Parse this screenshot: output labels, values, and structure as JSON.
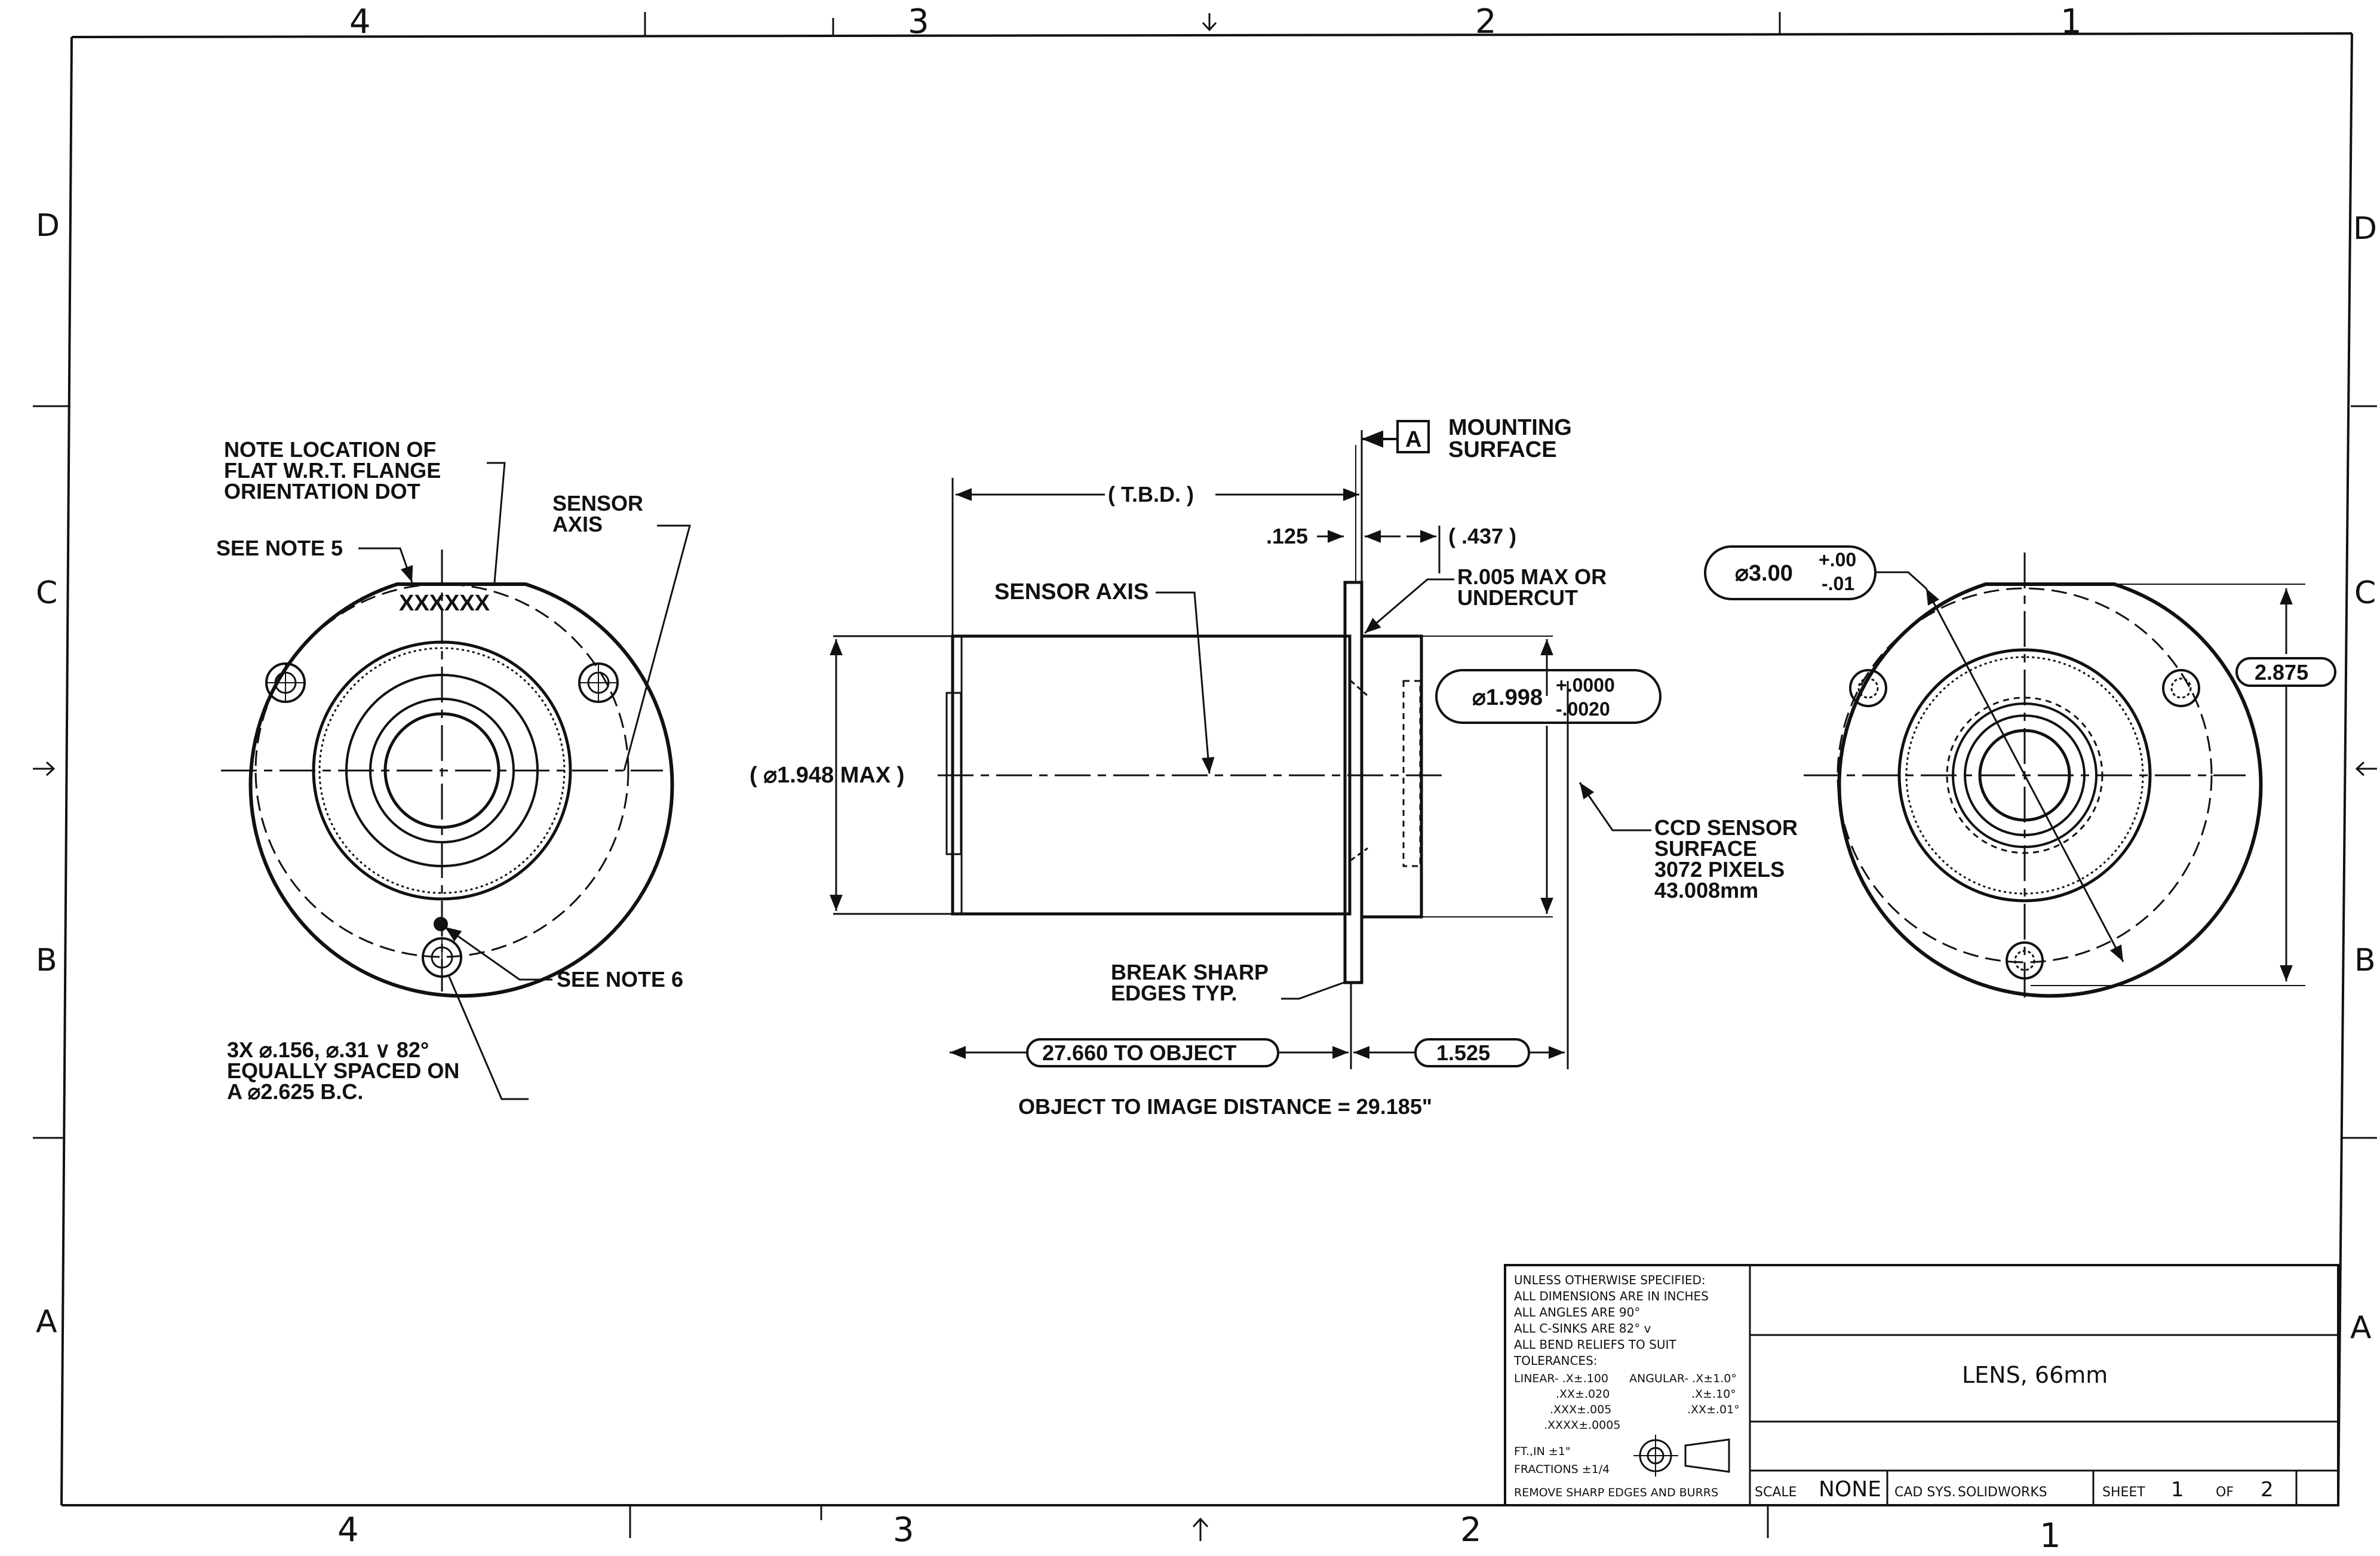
{
  "zones": {
    "columns": [
      "4",
      "3",
      "2",
      "1"
    ],
    "rows": [
      "D",
      "C",
      "B",
      "A"
    ]
  },
  "left_view": {
    "note_flat": [
      "NOTE LOCATION OF",
      "FLAT W.R.T. FLANGE",
      "ORIENTATION DOT"
    ],
    "sensor_axis": [
      "SENSOR",
      "AXIS"
    ],
    "see_note_5": "SEE NOTE 5",
    "marking": "XXXXXX",
    "see_note_6": "SEE NOTE 6",
    "holes_note": [
      "3X ⌀.156, ⌀.31 ∨ 82°",
      "EQUALLY SPACED ON",
      "A ⌀2.625 B.C."
    ]
  },
  "side_view": {
    "datum_letter": "A",
    "mounting": [
      "MOUNTING",
      "SURFACE"
    ],
    "tbd": "( T.B.D. )",
    "dim_125": ".125",
    "dim_437": "( .437 )",
    "radius_note": [
      "R.005 MAX OR",
      "UNDERCUT"
    ],
    "sensor_axis": "SENSOR AXIS",
    "dia_1948": "( ⌀1.948 MAX )",
    "dia_1998": "⌀1.998",
    "tol_plus": "+.0000",
    "tol_minus": "-.0020",
    "ccd_note": [
      "CCD SENSOR",
      "SURFACE",
      "3072 PIXELS",
      "43.008mm"
    ],
    "break_edges": [
      "BREAK SHARP",
      "EDGES TYP."
    ],
    "to_object": "27.660 TO OBJECT",
    "dim_1525": "1.525",
    "distance_note": "OBJECT TO IMAGE DISTANCE = 29.185\""
  },
  "right_view": {
    "dia_300": "⌀3.00",
    "tol_plus": "+.00",
    "tol_minus": "-.01",
    "dim_2875": "2.875"
  },
  "title_block": {
    "notes": [
      "UNLESS OTHERWISE SPECIFIED:",
      "ALL DIMENSIONS ARE IN INCHES",
      "ALL ANGLES ARE 90°",
      "ALL C-SINKS ARE 82° v",
      "ALL BEND RELIEFS TO SUIT",
      "TOLERANCES:"
    ],
    "linear_label": "LINEAR- .X±.100",
    "linear_values": [
      ".XX±.020",
      ".XXX±.005",
      ".XXXX±.0005"
    ],
    "angular_label": "ANGULAR- .X±1.0°",
    "angular_values": [
      ".X±.10°",
      ".XX±.01°"
    ],
    "ft_in": "FT.,IN   ±1\"",
    "fractions": "FRACTIONS ±1/4",
    "remove_edges": "REMOVE SHARP EDGES AND BURRS",
    "title": "LENS, 66mm",
    "scale_label": "SCALE",
    "scale_value": "NONE",
    "cad_label": "CAD SYS.",
    "cad_value": "SOLIDWORKS",
    "sheet_label": "SHEET",
    "sheet_number": "1",
    "of_label": "OF",
    "sheet_total": "2"
  }
}
